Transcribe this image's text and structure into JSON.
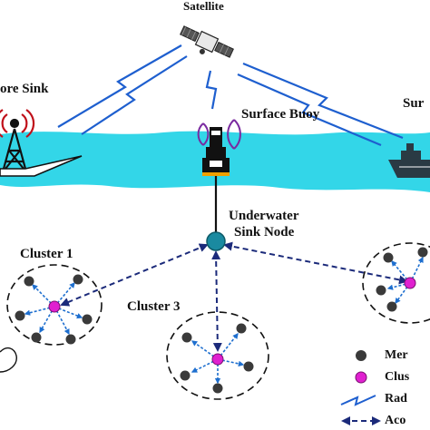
{
  "labels": {
    "satellite": "Satellite",
    "onshore_sink": "ore Sink",
    "surface_buoy": "Surface Buoy",
    "surface_ship": "Sur",
    "underwater_sink_line1": "Underwater",
    "underwater_sink_line2": "Sink Node",
    "cluster1": "Cluster 1",
    "cluster3": "Cluster 3"
  },
  "legend": {
    "member": "Mer",
    "cluster_head": "Clus",
    "radio": "Rad",
    "acoustic": "Aco"
  },
  "colors": {
    "sea": "#33d6e8",
    "radio_link": "#1e5fcf",
    "acoustic_link": "#1b2a7a",
    "sink_node": "#1a8aa0",
    "cluster_head": "#e020d0",
    "member_node": "#3a3a3a"
  },
  "icons": [
    "satellite-icon",
    "tower-icon",
    "buoy-icon",
    "ship-icon",
    "radio-link-icon",
    "acoustic-link-icon"
  ]
}
